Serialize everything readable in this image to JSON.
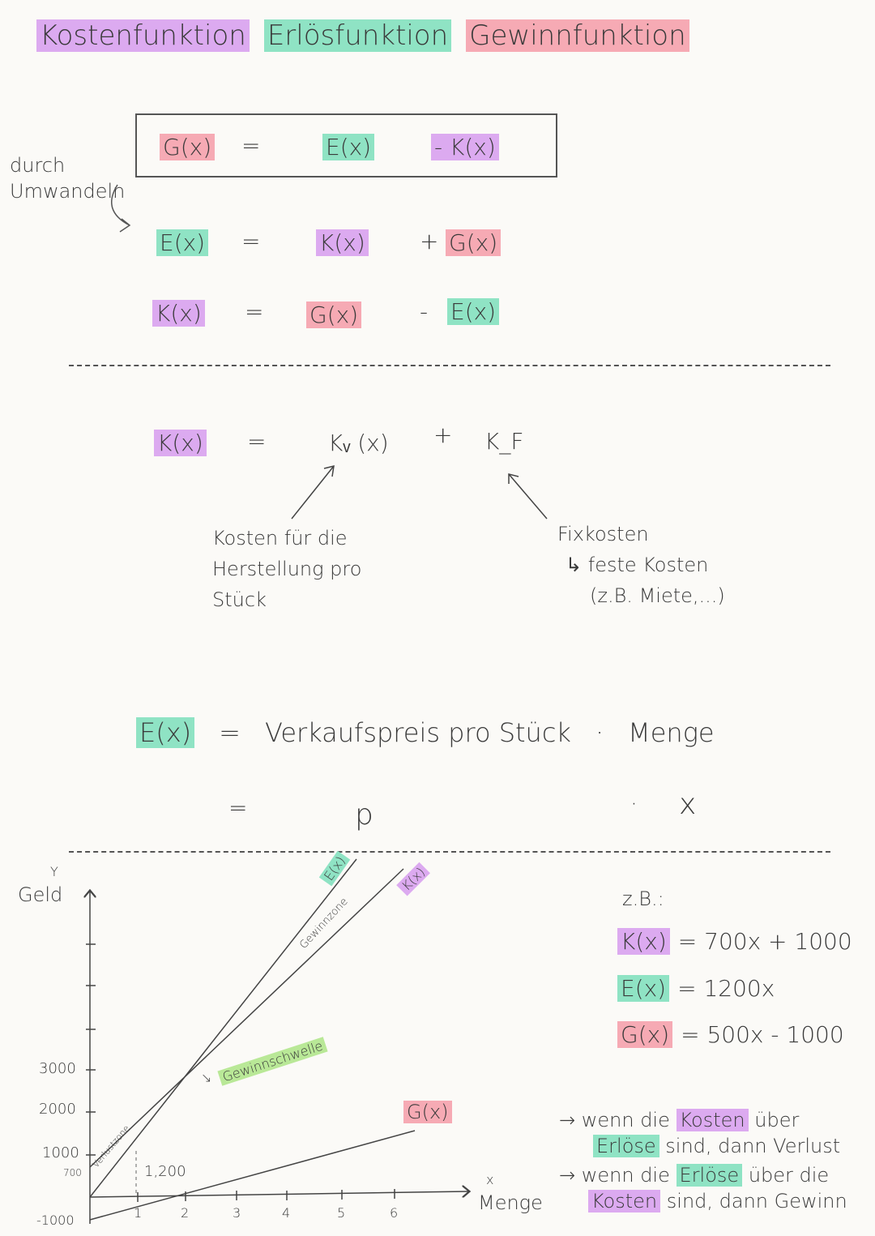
{
  "header": {
    "titles": [
      "Kostenfunktion",
      "Erlösfunktion",
      "Gewinnfunktion"
    ]
  },
  "formulas": {
    "main": {
      "lhs": "G(x)",
      "eq": "=",
      "a": "E(x)",
      "b": "- K(x)"
    },
    "side_note": "durch Umwandeln",
    "row1": {
      "lhs": "E(x)",
      "eq": "=",
      "a": "K(x)",
      "op": "+",
      "b": "G(x)"
    },
    "row2": {
      "lhs": "K(x)",
      "eq": "=",
      "a": "G(x)",
      "op": "-",
      "b": "E(x)"
    }
  },
  "costs": {
    "lhs": "K(x)",
    "eq": "=",
    "variable": "Kᵥ (x)",
    "op": "+",
    "fixed": "K_F",
    "variable_note": [
      "Kosten für die",
      "Herstellung pro",
      "Stück"
    ],
    "fixed_note": [
      "Fixkosten",
      "↳ feste Kosten",
      "(z.B. Miete,...)"
    ]
  },
  "revenue": {
    "lhs": "E(x)",
    "eq": "=",
    "text": "Verkaufspreis pro Stück",
    "dot": "·",
    "qty": "Menge",
    "eq2": "=",
    "p": "p",
    "dot2": "·",
    "x": "x"
  },
  "graph": {
    "ylabel_top": "Y",
    "ylabel": "Geld",
    "xlabel_top": "x",
    "xlabel": "Menge",
    "yticks": [
      "3000",
      "2000",
      "1000",
      "700",
      "-1000"
    ],
    "xticks": [
      "1",
      "2",
      "3",
      "4",
      "5",
      "6"
    ],
    "labels": {
      "E": "E(x)",
      "K": "K(x)",
      "G": "G(x)",
      "gain_zone": "Gewinnzone",
      "loss_zone": "Verlustzone",
      "threshold": "Gewinnschwelle",
      "x_mark": "1,200"
    }
  },
  "example": {
    "title": "z.B.:",
    "K": {
      "label": "K(x)",
      "rhs": "= 700x + 1000"
    },
    "E": {
      "label": "E(x)",
      "rhs": "= 1200x"
    },
    "G": {
      "label": "G(x)",
      "rhs": "= 500x - 1000"
    }
  },
  "notes": [
    {
      "arrow": "→",
      "pre": "wenn die",
      "hl1": "Kosten",
      "mid": "über",
      "hl2": "Erlöse",
      "post": "sind, dann Verlust"
    },
    {
      "arrow": "→",
      "pre": "wenn die",
      "hl1": "Erlöse",
      "mid": "über die",
      "hl2": "Kosten",
      "post": "sind, dann Gewinn"
    }
  ],
  "colors": {
    "cost": "#dcaaf0",
    "revenue": "#8fe3c4",
    "profit": "#f6aab4",
    "threshold": "#b9e897"
  }
}
